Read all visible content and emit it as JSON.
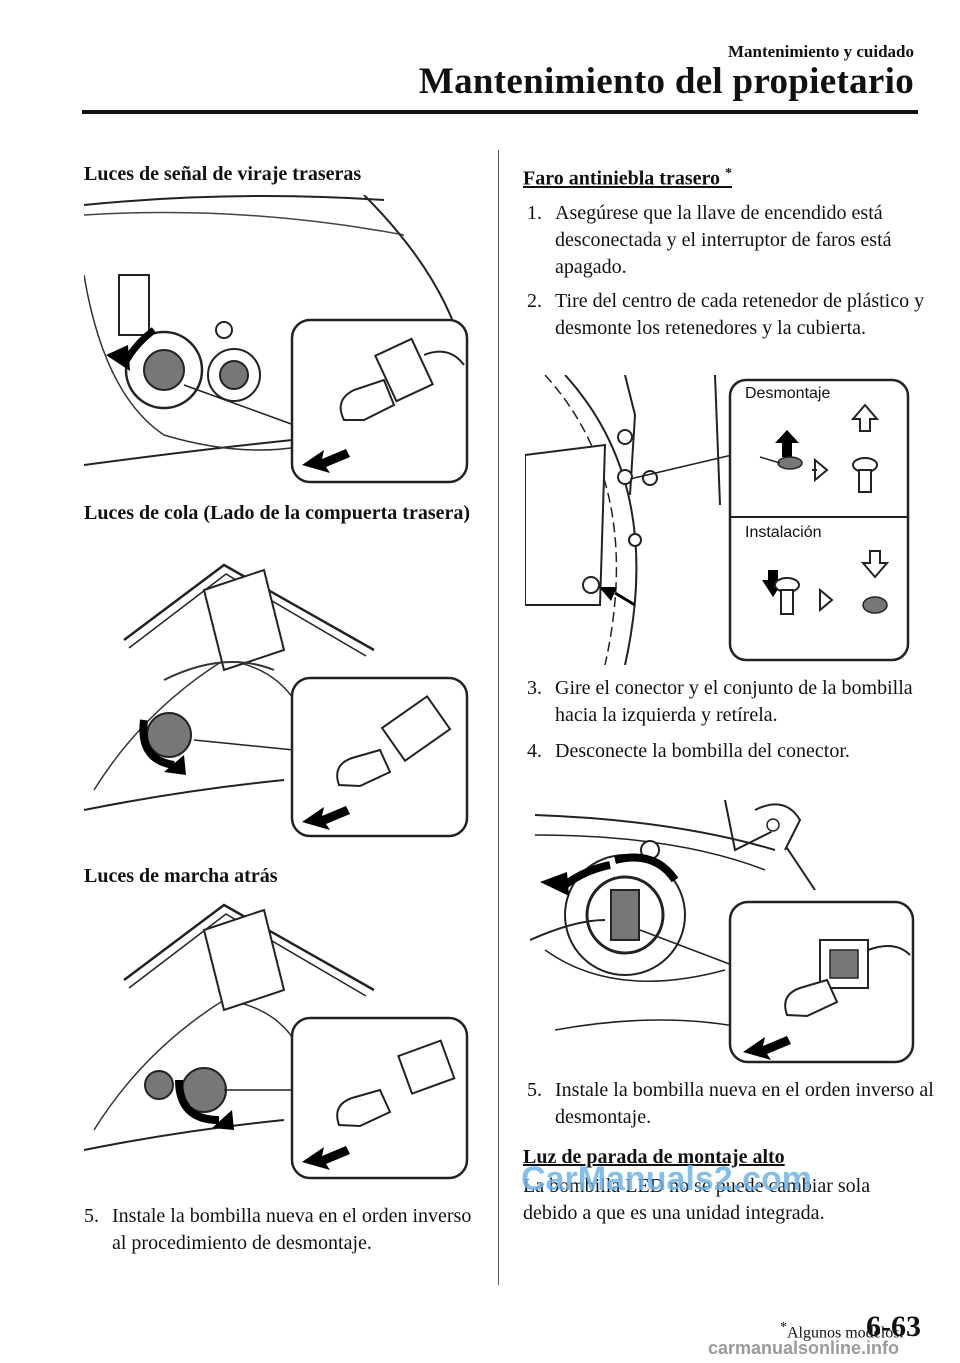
{
  "header": {
    "section": "Mantenimiento y cuidado",
    "title": "Mantenimiento del propietario"
  },
  "left": {
    "s1_title": "Luces de señal de viraje traseras",
    "s2_title": "Luces de cola (Lado de la compuerta trasera)",
    "s3_title": "Luces de marcha atrás",
    "step5_num": "5.",
    "step5_text": "Instale la bombilla nueva en el orden inverso al procedimiento de desmontaje."
  },
  "right": {
    "s4_title": "Faro antiniebla trasero",
    "s4_mark": "*",
    "step1_num": "1.",
    "step1_text": "Asegúrese que la llave de encendido está desconectada y el interruptor de faros está apagado.",
    "step2_num": "2.",
    "step2_text": "Tire del centro de cada retenedor de plástico y desmonte los retenedores y la cubierta.",
    "fig_label_removal": "Desmontaje",
    "fig_label_install": "Instalación",
    "step3_num": "3.",
    "step3_text": "Gire el conector y el conjunto de la bombilla hacia la izquierda y retírela.",
    "step4_num": "4.",
    "step4_text": "Desconecte la bombilla del conector.",
    "step5_num": "5.",
    "step5_text": "Instale la bombilla nueva en el orden inverso al desmontaje.",
    "s5_title": "Luz de parada de montaje alto",
    "s5_text": "La bombilla LED no se puede cambiar sola debido a que es una unidad integrada."
  },
  "footer": {
    "mark": "*",
    "note": "Algunos modelos.",
    "page": "6-63"
  },
  "watermarks": {
    "top": "CarManuals2.com",
    "bottom": "carmanualsonline.info"
  }
}
